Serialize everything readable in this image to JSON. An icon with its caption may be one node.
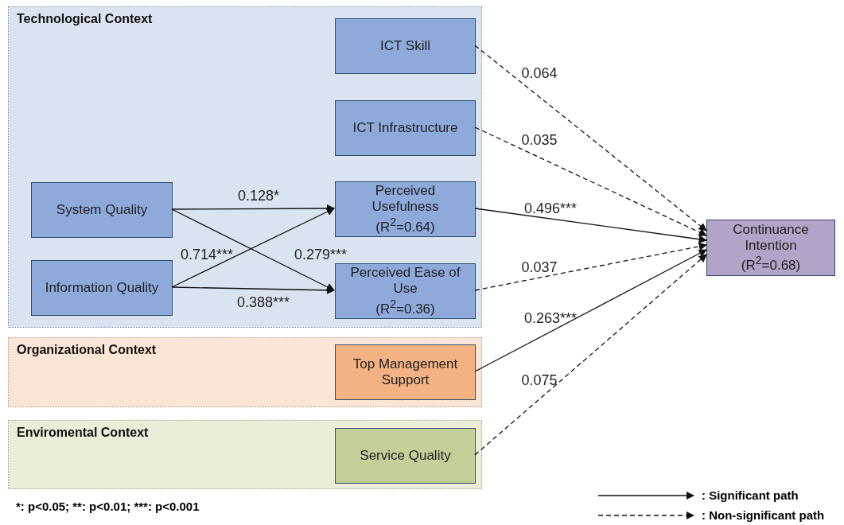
{
  "diagram": {
    "nodes": [
      {
        "text": [
          "Technological Context"
        ]
      },
      {
        "text": [
          "ICT Skill"
        ],
        "in": 0
      },
      {
        "text": [
          "ICT Infrastructure"
        ],
        "in": 0
      },
      {
        "text": [
          "System Quality"
        ],
        "in": 0
      },
      {
        "text": [
          "Perceived Usefulness",
          "(R$^{2}$=0.64)"
        ],
        "in": 0
      },
      {
        "text": [
          "Information Quality"
        ],
        "in": 0
      },
      {
        "text": [
          "Perceived Ease of Use",
          "(R$^{2}$=0.36)"
        ],
        "in": 0
      },
      {
        "text": [
          "Organizational Context"
        ]
      },
      {
        "text": [
          "Top Management Support"
        ],
        "in": 7
      },
      {
        "text": [
          "Enviromental Context"
        ]
      },
      {
        "text": [
          "Service Quality"
        ],
        "in": 9
      },
      {
        "text": [
          "Continuance Intention",
          "(R$^{2}$=0.68)"
        ]
      }
    ],
    "edges": [
      {
        "from": 1,
        "to": 11,
        "arrow": "to",
        "label": "0.064",
        "style": "dashed"
      },
      {
        "from": 2,
        "to": 11,
        "arrow": "to",
        "label": "0.035",
        "style": "dashed"
      },
      {
        "from": 4,
        "to": 11,
        "arrow": "to",
        "label": "0.496***"
      },
      {
        "from": 6,
        "to": 11,
        "arrow": "to",
        "label": "0.037",
        "style": "dashed"
      },
      {
        "from": 8,
        "to": 11,
        "arrow": "to",
        "label": "0.263***"
      },
      {
        "from": 10,
        "to": 11,
        "arrow": "to",
        "label": "0.075",
        "style": "dashed"
      },
      {
        "from": 3,
        "to": 4,
        "arrow": "to",
        "label": "0.128*"
      },
      {
        "from": 3,
        "to": 6,
        "arrow": "to",
        "label": "0.279***"
      },
      {
        "from": 5,
        "to": 4,
        "arrow": "to",
        "label": "0.714***"
      },
      {
        "from": 5,
        "to": 6,
        "arrow": "to",
        "label": "0.388***"
      }
    ],
    "labels": [
      "*: p<0.05; **: p<0.01; ***: p<0.001"
    ],
    "legend": [
      {
        "text": ": Significant path"
      },
      {
        "text": ": Non-significant path"
      }
    ]
  }
}
